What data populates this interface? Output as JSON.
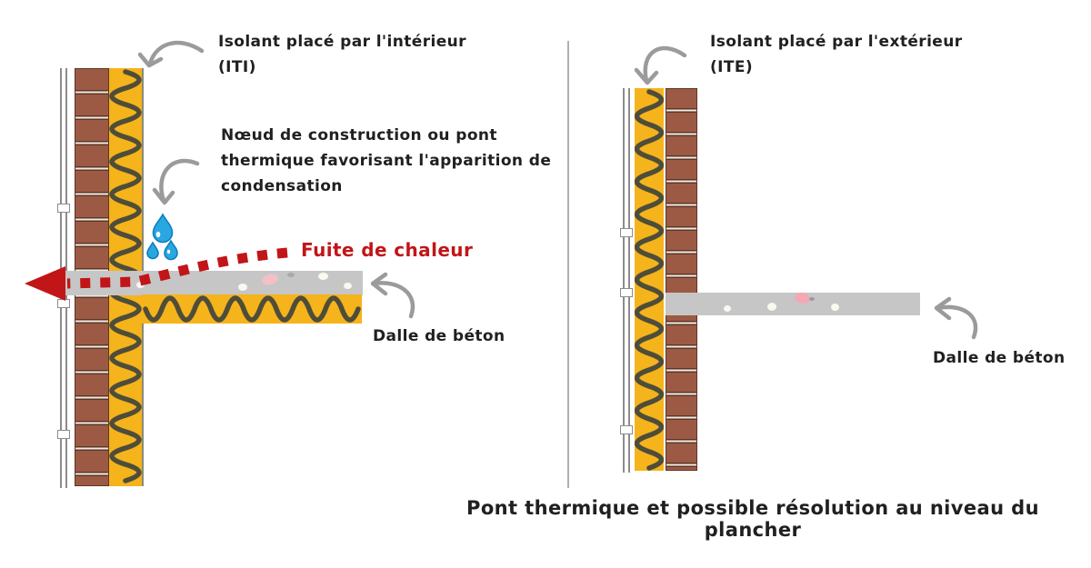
{
  "caption": "Pont thermique et possible résolution au niveau du plancher",
  "left_panel": {
    "name": "ITI - insulation placed inside",
    "insulation_label": {
      "line1": "Isolant placé par l'intérieur",
      "line2": "(ITI)"
    },
    "thermal_node_label": {
      "line1": "Nœud de construction ou pont",
      "line2": "thermique favorisant l'apparition de",
      "line3": "condensation"
    },
    "heat_leak_label": "Fuite de chaleur",
    "slab_label": "Dalle de béton"
  },
  "right_panel": {
    "name": "ITE - insulation placed outside",
    "insulation_label": {
      "line1": "Isolant placé par l'extérieur",
      "line2": "(ITE)"
    },
    "slab_label": "Dalle de béton"
  },
  "colors": {
    "insulation_yellow": "#F5B31C",
    "insulation_squiggle": "#4E4D39",
    "brick": "#9C5A44",
    "brick_outline": "#5E3525",
    "concrete_slab": "#C6C6C6",
    "heat_leak_red": "#C21518",
    "annotation_gray": "#9B9B9B",
    "coating_line_gray": "#8C8C8C",
    "condensation_blue": "#29A7E0",
    "text": "#202020"
  }
}
